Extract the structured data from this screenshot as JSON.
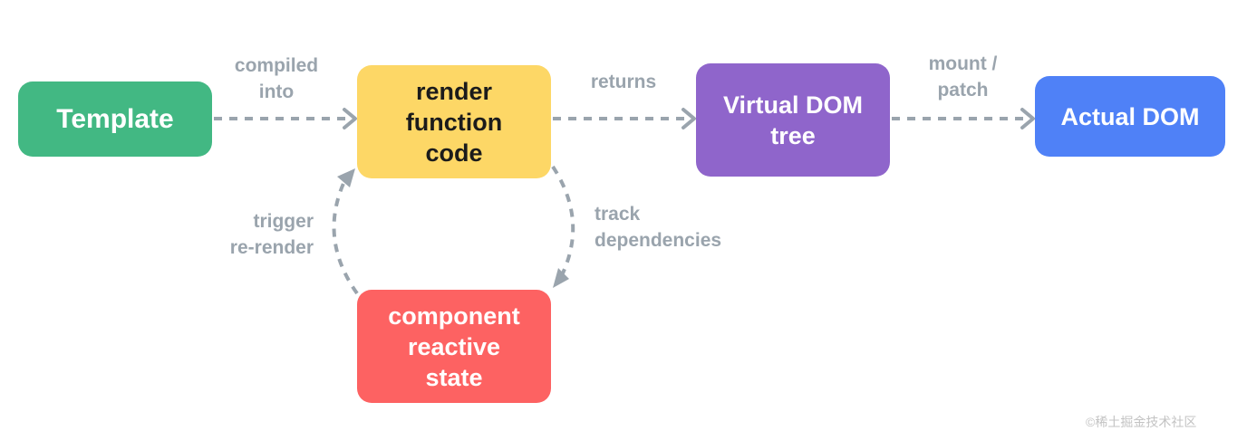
{
  "nodes": {
    "template": "Template",
    "render": "render\nfunction\ncode",
    "vdom": "Virtual DOM\ntree",
    "actual": "Actual DOM",
    "state": "component\nreactive\nstate"
  },
  "edges": {
    "compiled": "compiled\ninto",
    "returns": "returns",
    "mount": "mount /\npatch",
    "track": "track\ndependencies",
    "trigger": "trigger\nre-render"
  },
  "watermark": "©稀土掘金技术社区",
  "colors": {
    "template": "#42b883",
    "render": "#fdd766",
    "vdom": "#8f65cb",
    "actual": "#4f81f7",
    "state": "#fd6262",
    "connector": "#9aa4ad"
  }
}
